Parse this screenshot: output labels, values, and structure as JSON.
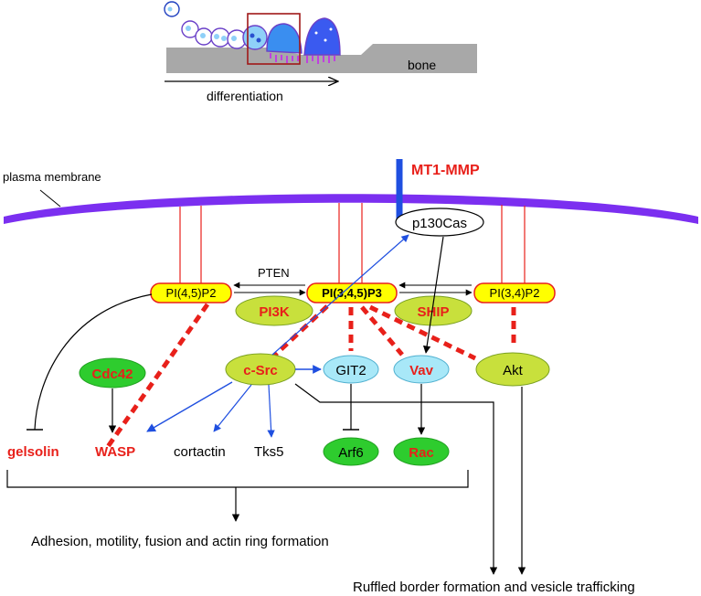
{
  "top": {
    "bone": "bone",
    "differentiation": "differentiation"
  },
  "membrane": {
    "label": "plasma membrane",
    "mt1mmp": "MT1-MMP",
    "p130cas": "p130Cas"
  },
  "lipids": {
    "pi45p2": "PI(4,5)P2",
    "pi345p3": "PI(3,4,5)P3",
    "pi34p2": "PI(3,4)P2",
    "pten": "PTEN"
  },
  "enzymes": {
    "pi3k": "PI3K",
    "ship": "SHIP"
  },
  "signals": {
    "csrc": "c-Src",
    "git2": "GIT2",
    "vav": "Vav",
    "akt": "Akt",
    "cdc42": "Cdc42"
  },
  "effectors": {
    "gelsolin": "gelsolin",
    "wasp": "WASP",
    "cortactin": "cortactin",
    "tks5": "Tks5",
    "arf6": "Arf6",
    "rac": "Rac"
  },
  "outcomes": {
    "adhesion": "Adhesion, motility, fusion and actin ring formation",
    "ruffled": "Ruffled border formation and vesicle trafficking"
  },
  "colors": {
    "red": "#e8201a",
    "yellow": "#ffff00",
    "lime": "#c8e03c",
    "cyan": "#a8e8f8",
    "green": "#2ecc2e",
    "membrane": "#7b2ff0",
    "blue": "#1f4fe0"
  }
}
